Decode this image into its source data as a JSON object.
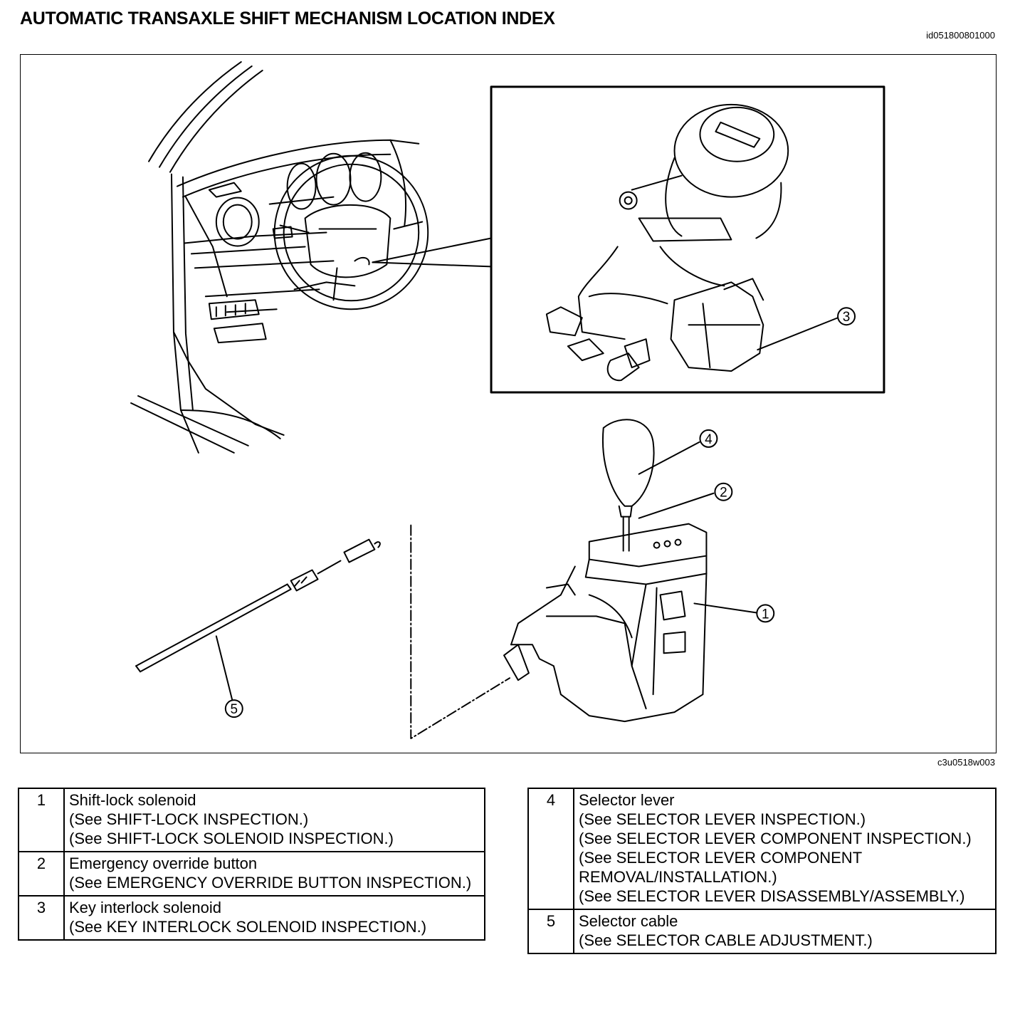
{
  "title": "AUTOMATIC TRANSAXLE SHIFT MECHANISM LOCATION INDEX",
  "doc_id": "id051800801000",
  "figure_code": "c3u0518w003",
  "callouts": [
    "1",
    "2",
    "3",
    "4",
    "5"
  ],
  "table_left": [
    {
      "num": "1",
      "name": "Shift-lock solenoid",
      "refs": [
        " (See SHIFT-LOCK INSPECTION.)",
        " (See SHIFT-LOCK SOLENOID INSPECTION.)"
      ]
    },
    {
      "num": "2",
      "name": "Emergency override button",
      "refs": [
        " (See EMERGENCY OVERRIDE BUTTON INSPECTION.)"
      ]
    },
    {
      "num": "3",
      "name": "Key interlock solenoid",
      "refs": [
        " (See KEY INTERLOCK SOLENOID INSPECTION.)"
      ]
    }
  ],
  "table_right": [
    {
      "num": "4",
      "name": "Selector lever",
      "refs": [
        " (See SELECTOR LEVER INSPECTION.)",
        " (See SELECTOR LEVER COMPONENT INSPECTION.)",
        " (See SELECTOR LEVER COMPONENT REMOVAL/INSTALLATION.)",
        " (See SELECTOR LEVER DISASSEMBLY/ASSEMBLY.)"
      ]
    },
    {
      "num": "5",
      "name": "Selector cable",
      "refs": [
        " (See SELECTOR CABLE ADJUSTMENT.)"
      ]
    }
  ]
}
